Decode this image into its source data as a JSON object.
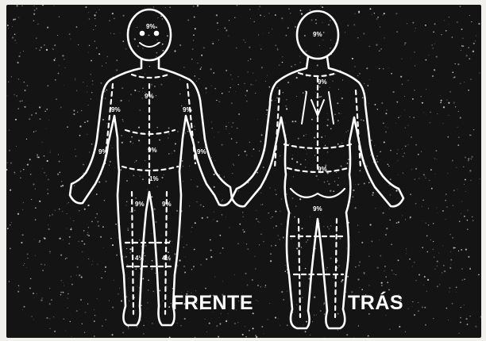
{
  "labels": {
    "front": "FRENTE",
    "back": "TRÁS"
  },
  "colors": {
    "background": "#141414",
    "outline": "#ffffff",
    "page": "#f1f0ec"
  },
  "figures": [
    {
      "view": "front",
      "icon": "human-front-outline-icon"
    },
    {
      "view": "back",
      "icon": "human-back-outline-icon"
    }
  ],
  "area_percentages": {
    "front": [
      "9%",
      "9%",
      "9%",
      "9%",
      "9%",
      "9%",
      "9%",
      "9%",
      "9%",
      "1%",
      "4½",
      "4½"
    ],
    "back": [
      "9%",
      "9%",
      "9%",
      "9%"
    ]
  }
}
